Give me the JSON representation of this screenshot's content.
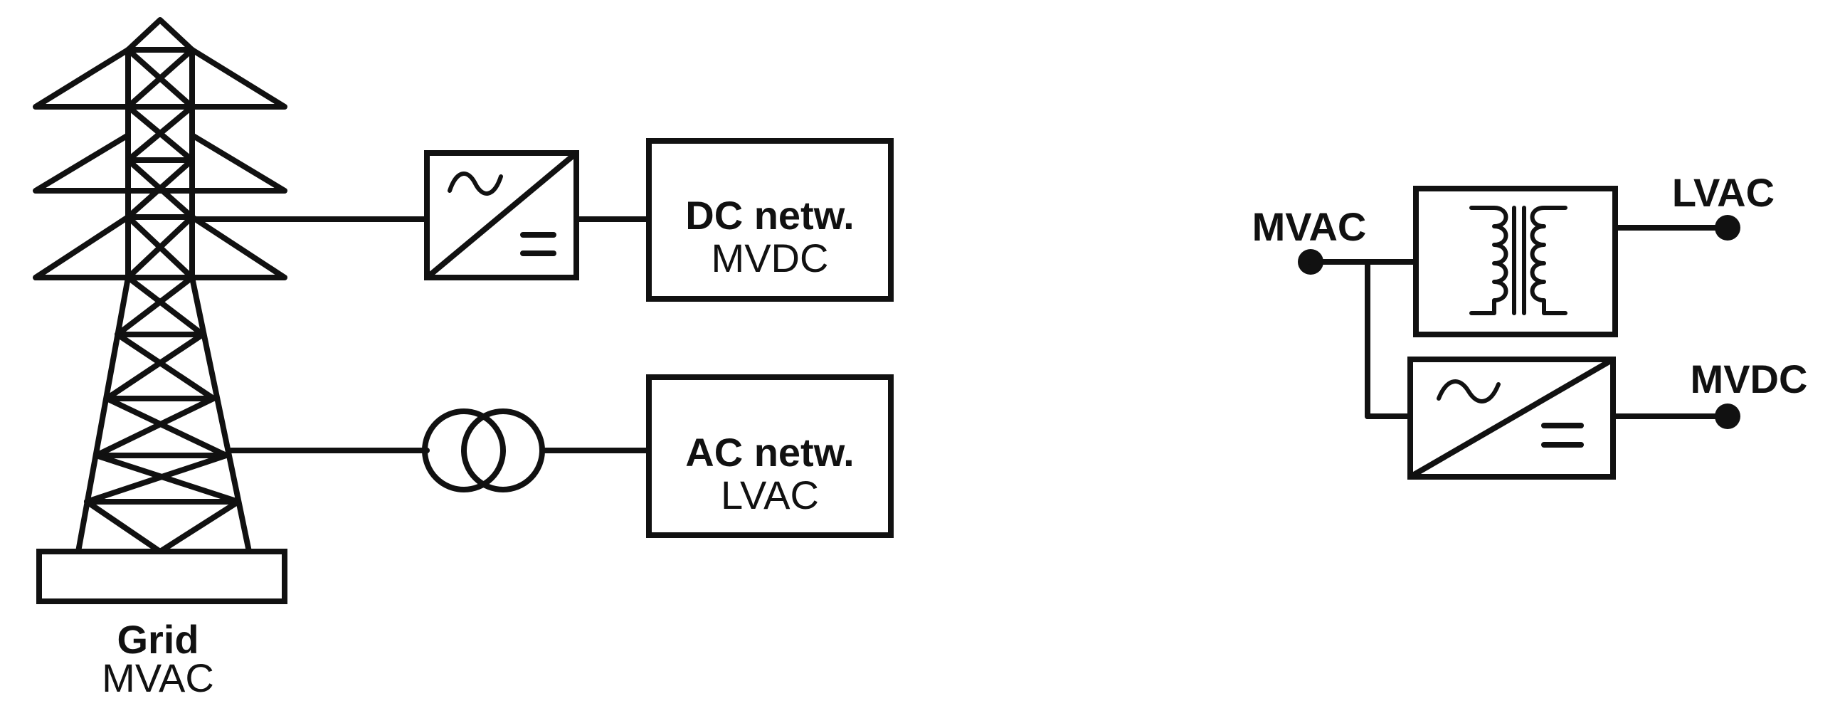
{
  "grid": {
    "title": "Grid",
    "subtitle": "MVAC"
  },
  "dc_network": {
    "title": "DC netw.",
    "subtitle": "MVDC"
  },
  "ac_network": {
    "title": "AC netw.",
    "subtitle": "LVAC"
  },
  "right_diagram": {
    "input_label": "MVAC",
    "output_top_label": "LVAC",
    "output_bottom_label": "MVDC"
  },
  "icons": {
    "tower": "transmission-tower-icon",
    "converter": "ac-dc-converter-icon",
    "transformer": "transformer-icon",
    "transformer_coils": "transformer-winding-icon"
  },
  "colors": {
    "line": "#111111",
    "background": "#ffffff"
  }
}
